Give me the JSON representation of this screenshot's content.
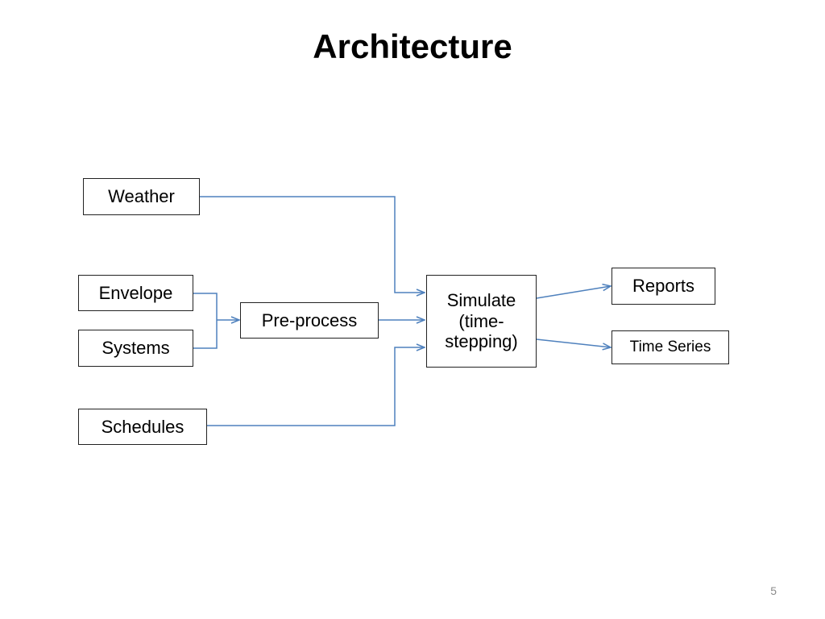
{
  "slide": {
    "title": "Architecture",
    "page_number": "5"
  },
  "nodes": {
    "weather": "Weather",
    "envelope": "Envelope",
    "systems": "Systems",
    "schedules": "Schedules",
    "preprocess": "Pre-process",
    "simulate": "Simulate\n(time-\nstepping)",
    "reports": "Reports",
    "timeseries": "Time Series"
  },
  "edges": [
    {
      "from": "weather",
      "to": "simulate"
    },
    {
      "from": "envelope",
      "to": "preprocess"
    },
    {
      "from": "systems",
      "to": "preprocess"
    },
    {
      "from": "preprocess",
      "to": "simulate"
    },
    {
      "from": "schedules",
      "to": "simulate"
    },
    {
      "from": "simulate",
      "to": "reports"
    },
    {
      "from": "simulate",
      "to": "timeseries"
    }
  ],
  "colors": {
    "connector": "#4f81bd",
    "box_border": "#222222"
  }
}
